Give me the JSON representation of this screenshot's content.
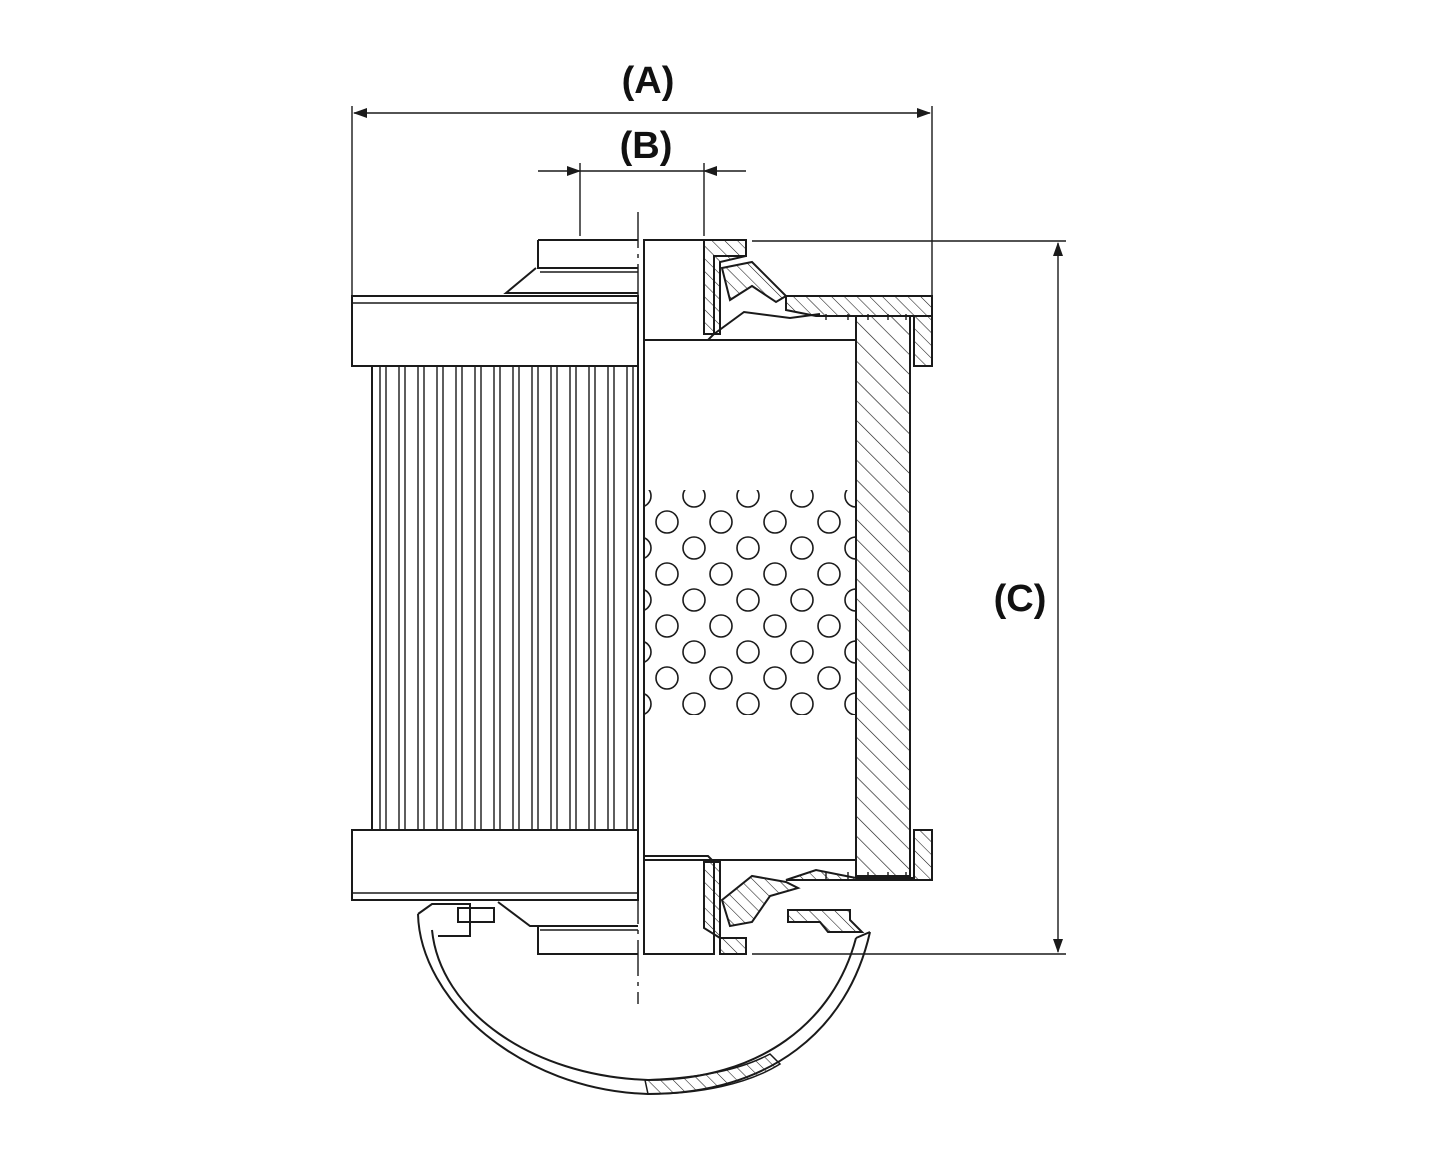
{
  "dimensions": {
    "a_label": "(A)",
    "b_label": "(B)",
    "c_label": "(C)"
  },
  "colors": {
    "line": "#1a1a1a",
    "background": "#ffffff"
  },
  "icons": {
    "arrowhead": "dimension-arrow-icon"
  }
}
